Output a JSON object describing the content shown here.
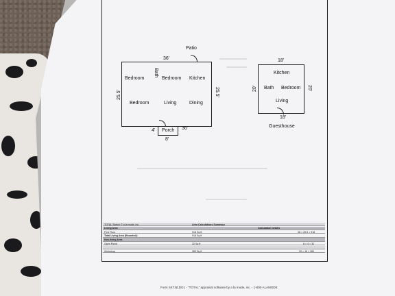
{
  "plan": {
    "patio": "Patio",
    "main_top": "36'",
    "main_left": "25.5'",
    "main_right": "25.5'",
    "porch_bottom_right": "36'",
    "porch_left": "4'",
    "porch_bottom": "8'",
    "rooms": {
      "bedroom_1": "Bedroom",
      "bath": "Bath",
      "bedroom_2": "Bedroom",
      "kitchen": "Kitchen",
      "bedroom_3": "Bedroom",
      "living": "Living",
      "dining": "Dining",
      "porch": "Porch"
    },
    "guesthouse": {
      "top": "18'",
      "left": "20'",
      "right": "20'",
      "bottom": "18'",
      "kitchen": "Kitchen",
      "bath": "Bath",
      "bedroom": "Bedroom",
      "living": "Living",
      "label": "Guesthouse"
    }
  },
  "summary": {
    "company": "TOTAL Sketch © a la mode, inc.",
    "title": "Area Calculations Summary",
    "col_details": "Calculation Details",
    "rows": [
      {
        "name": "Living Area",
        "value": "",
        "detail": ""
      },
      {
        "name": "First Floor",
        "value": "918 Sq ft",
        "detail": "36 × 25.5 = 918"
      },
      {
        "name": "Total Living Area (Rounded):",
        "value": "918 Sq ft",
        "detail": ""
      },
      {
        "name": "Non-living Area",
        "value": "",
        "detail": ""
      },
      {
        "name": "Open Porch",
        "value": "32 Sq ft",
        "detail": "8 × 4 = 32"
      },
      {
        "name": "",
        "value": "",
        "detail": ""
      },
      {
        "name": "Workshop",
        "value": "360 Sq ft",
        "detail": "20 × 18 = 360"
      }
    ]
  },
  "footer": "Form SKT.BLDG1 - \"TOTAL\" appraisal software by a la mode, inc. - 1-800-ALAMODE"
}
